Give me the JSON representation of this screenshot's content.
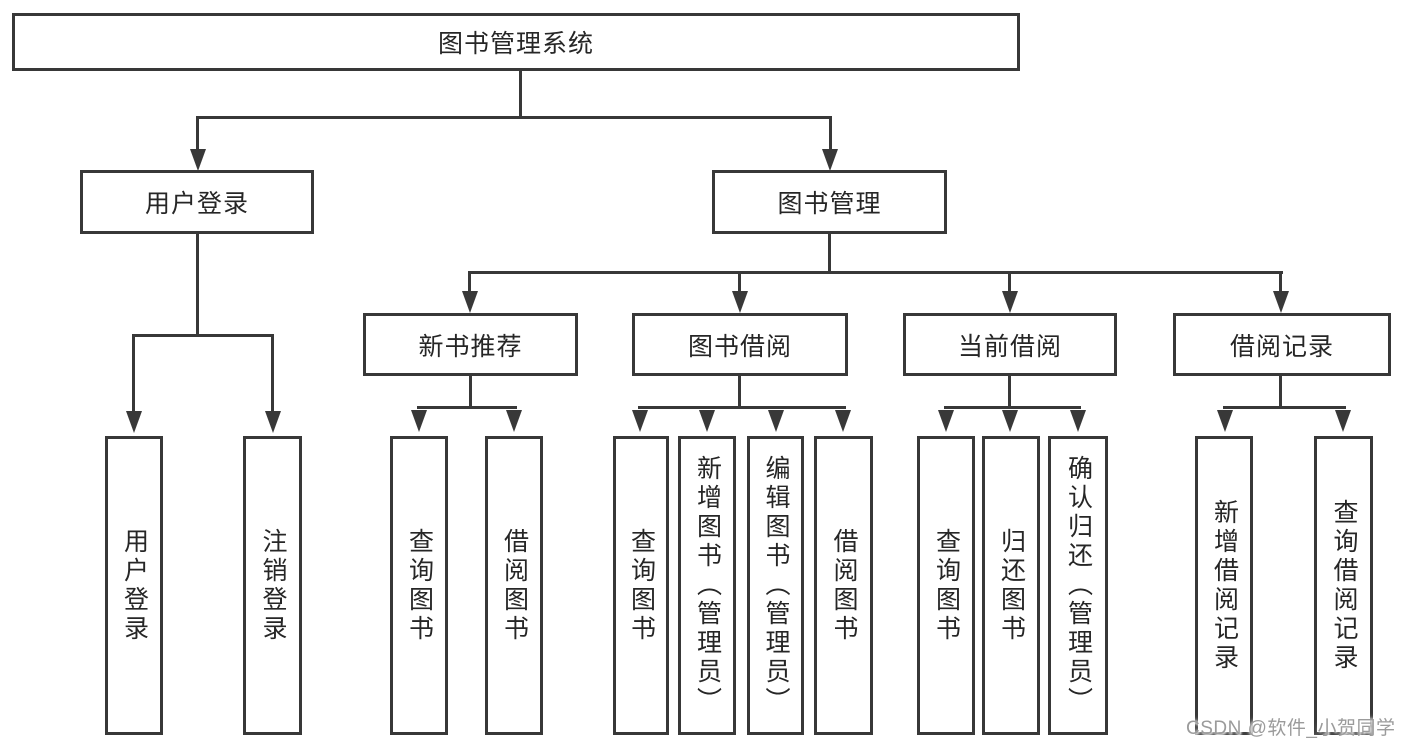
{
  "tree": {
    "root": {
      "label": "图书管理系统"
    },
    "branches": [
      {
        "label": "用户登录",
        "children": [
          {
            "label": "用户登录"
          },
          {
            "label": "注销登录"
          }
        ]
      },
      {
        "label": "图书管理",
        "children": [
          {
            "label": "新书推荐",
            "children": [
              {
                "label": "查询图书"
              },
              {
                "label": "借阅图书"
              }
            ]
          },
          {
            "label": "图书借阅",
            "children": [
              {
                "label": "查询图书"
              },
              {
                "label": "新增图书（管理员）"
              },
              {
                "label": "编辑图书（管理员）"
              },
              {
                "label": "借阅图书"
              }
            ]
          },
          {
            "label": "当前借阅",
            "children": [
              {
                "label": "查询图书"
              },
              {
                "label": "归还图书"
              },
              {
                "label": "确认归还（管理员）"
              }
            ]
          },
          {
            "label": "借阅记录",
            "children": [
              {
                "label": "新增借阅记录"
              },
              {
                "label": "查询借阅记录"
              }
            ]
          }
        ]
      }
    ]
  },
  "watermark": {
    "text": "CSDN @软件_小贺同学",
    "color": "#9b9b9b"
  },
  "colors": {
    "line": "#383838",
    "box_border": "#383838",
    "box_background": "#ffffff",
    "text": "#262626",
    "page_background": "#ffffff"
  }
}
